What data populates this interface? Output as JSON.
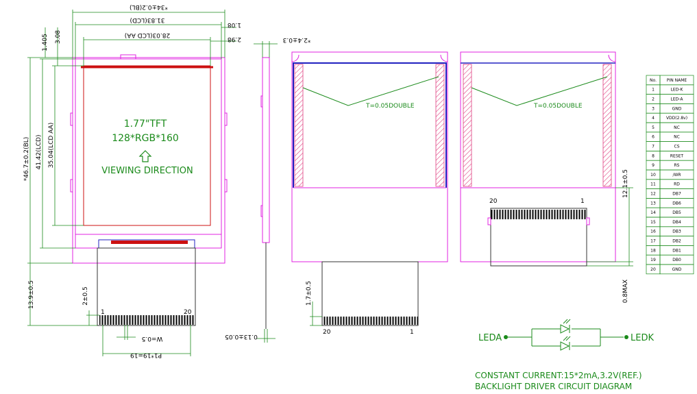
{
  "front_view": {
    "title_line1": "1.77\"TFT",
    "title_line2": "128*RGB*160",
    "viewing_direction": "VIEWING DIRECTION",
    "dim_top_bl": "*34±0.2(BL)",
    "dim_top_lcd": "31.83(LCD)",
    "dim_top_lcd_aa": "28.03(LCD AA)",
    "dim_right_108": "1.08",
    "dim_right_298": "2.98",
    "dim_left_1405": "1.405",
    "dim_left_308": "3.08",
    "dim_left_bl": "*46.7±0.2(BL)",
    "dim_left_lcd": "41.42(LCD)",
    "dim_left_lcd_aa": "35.04(LCD AA)",
    "dim_left_139": "13.9±0.5",
    "dim_left_2": "2±0.5",
    "pin_left": "1",
    "pin_right": "20",
    "dim_w": "W=0.5",
    "dim_p": "P1*19=19"
  },
  "side_view": {
    "dim_thickness": "*2.4±0.3",
    "dim_fpc": "0.13±0.05"
  },
  "back_view_left": {
    "tape_label": "T=0.05DOUBLE",
    "dim_17": "1.7±0.5",
    "pin_left": "20",
    "pin_right": "1"
  },
  "back_view_right": {
    "tape_label": "T=0.05DOUBLE",
    "pin_left": "20",
    "pin_right": "1",
    "dim_121": "12.1±0.5",
    "dim_08": "0.8MAX"
  },
  "pin_table": {
    "headers": [
      "No.",
      "PIN NAME"
    ],
    "rows": [
      [
        "1",
        "LED-K"
      ],
      [
        "2",
        "LED-A"
      ],
      [
        "3",
        "GND"
      ],
      [
        "4",
        "VDD(2.8v)"
      ],
      [
        "5",
        "NC"
      ],
      [
        "6",
        "NC"
      ],
      [
        "7",
        "CS"
      ],
      [
        "8",
        "RESET"
      ],
      [
        "9",
        "RS"
      ],
      [
        "10",
        "/WR"
      ],
      [
        "11",
        "RD"
      ],
      [
        "12",
        "DB7"
      ],
      [
        "13",
        "DB6"
      ],
      [
        "14",
        "DB5"
      ],
      [
        "15",
        "DB4"
      ],
      [
        "16",
        "DB3"
      ],
      [
        "17",
        "DB2"
      ],
      [
        "18",
        "DB1"
      ],
      [
        "19",
        "DB0"
      ],
      [
        "20",
        "GND"
      ]
    ]
  },
  "backlight": {
    "leda": "LEDA",
    "ledk": "LEDK",
    "caption_line1": "CONSTANT CURRENT:15*2mA,3.2V(REF.)",
    "caption_line2": "BACKLIGHT DRIVER CIRCUIT DIAGRAM"
  },
  "colors": {
    "outline": "#e020e0",
    "dimension": "#1a8a1a",
    "lcd": "#cc1010",
    "panel_edge": "#2020c0",
    "tape_hatch": "#e04080"
  }
}
